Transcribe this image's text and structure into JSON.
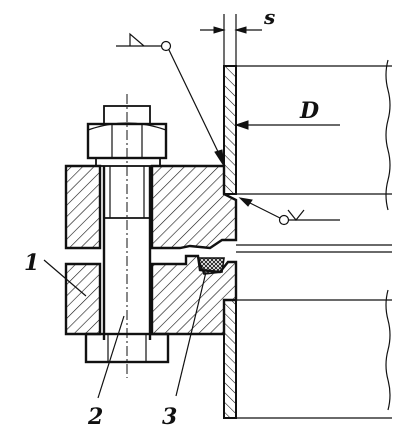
{
  "labels": {
    "thickness": "s",
    "diameter": "D",
    "part_1": "1",
    "part_2": "2",
    "part_3": "3"
  },
  "icons": {
    "weld_symbol": "weld-symbol-icon",
    "rough_symbol": "roughness-symbol-icon"
  },
  "colors": {
    "ink": "#111111",
    "paper": "#ffffff"
  }
}
